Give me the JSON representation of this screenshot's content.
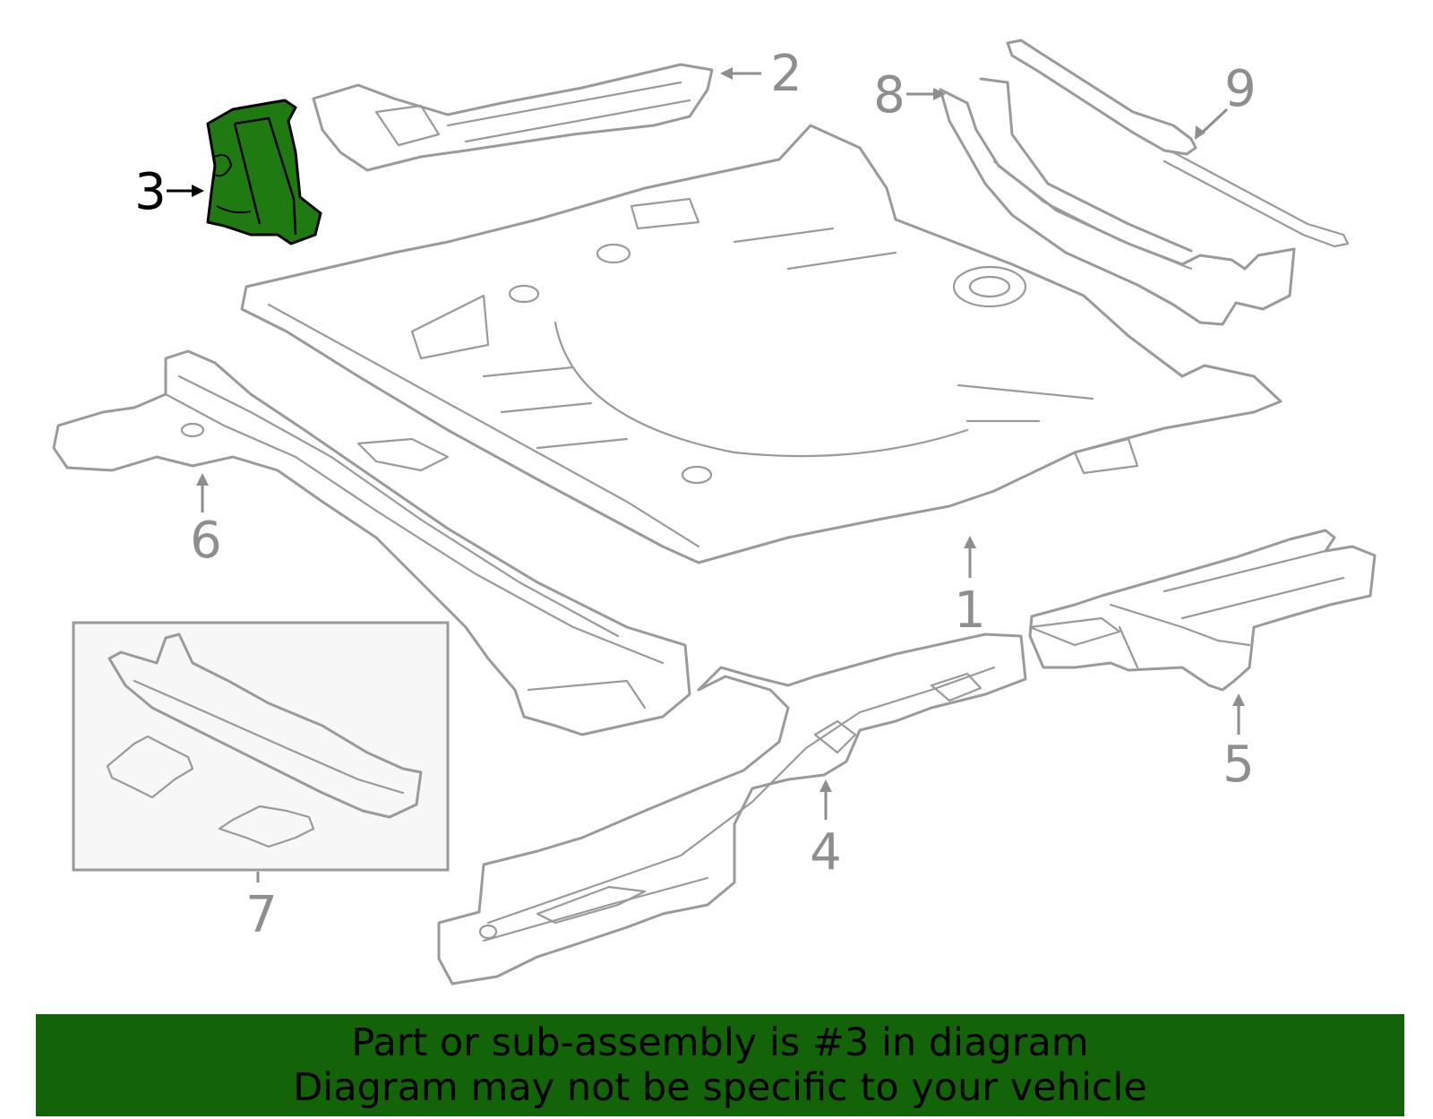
{
  "colors": {
    "highlight_fill": "#1f7a12",
    "banner_bg": "#136408",
    "outline": "#9a9a9a",
    "callout_inactive": "#8e8e8e",
    "callout_active": "#000000"
  },
  "diagram": {
    "highlighted_part": "3",
    "callouts": [
      {
        "id": "1",
        "label": "1"
      },
      {
        "id": "2",
        "label": "2"
      },
      {
        "id": "3",
        "label": "3"
      },
      {
        "id": "4",
        "label": "4"
      },
      {
        "id": "5",
        "label": "5"
      },
      {
        "id": "6",
        "label": "6"
      },
      {
        "id": "7",
        "label": "7"
      },
      {
        "id": "8",
        "label": "8"
      },
      {
        "id": "9",
        "label": "9"
      }
    ]
  },
  "banner": {
    "line1": "Part or sub-assembly is #3 in diagram",
    "line2": "Diagram may not be specific to your vehicle"
  }
}
